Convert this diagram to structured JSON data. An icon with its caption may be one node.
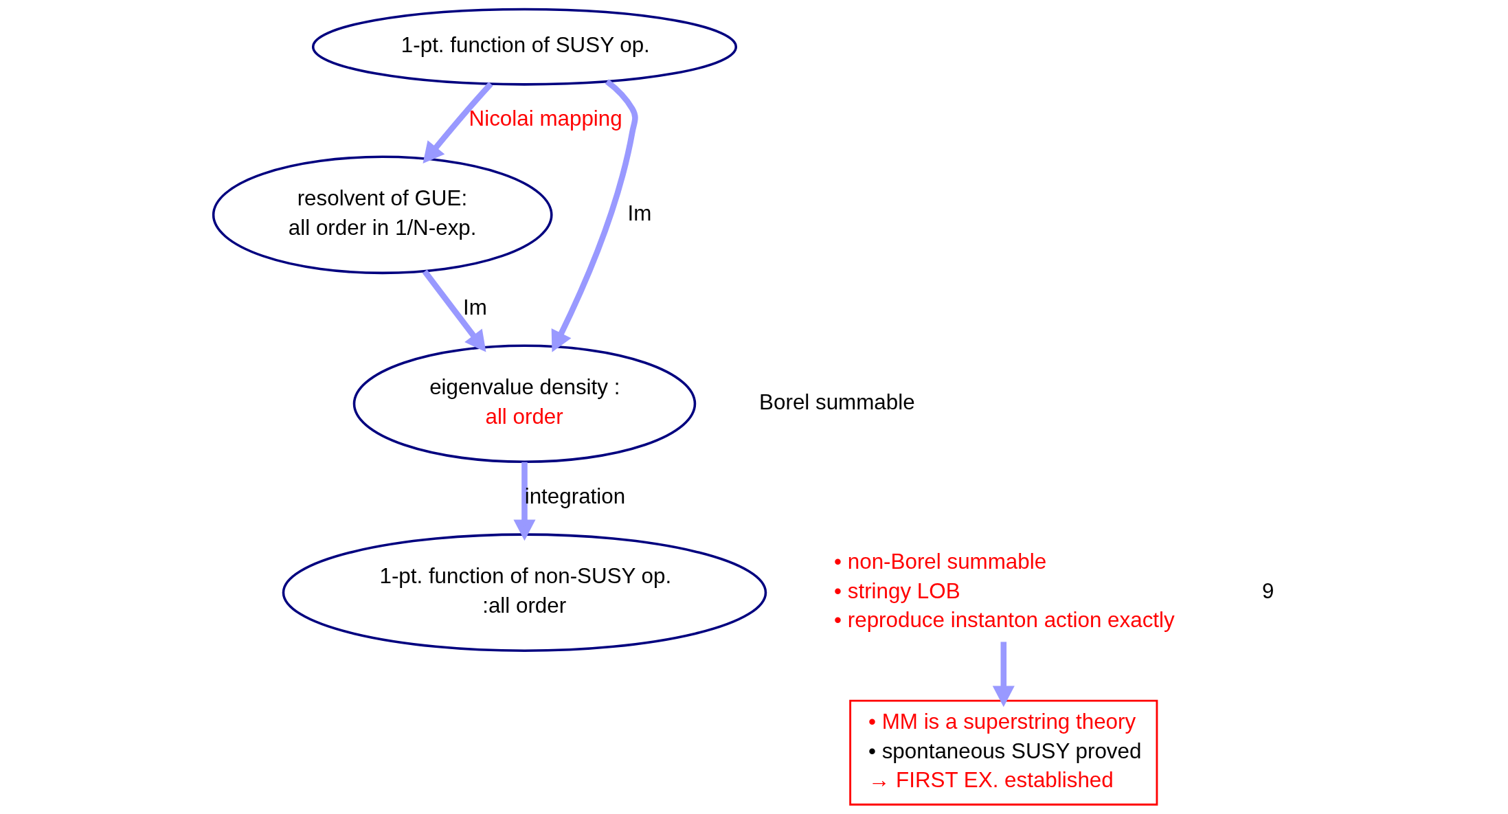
{
  "diagram": {
    "nodes": [
      {
        "text": [
          "1-pt. function of SUSY op."
        ]
      },
      {
        "text": [
          "resolvent of GUE:",
          "all order in 1/N-exp."
        ]
      },
      {
        "text": [
          "eigenvalue density :",
          "all order"
        ]
      },
      {
        "text": [
          "1-pt. function of non-SUSY op.",
          ":all order"
        ]
      },
      {
        "text": [
          "• MM is a superstring theory",
          "• spontaneous SUSY proved",
          "→ FIRST EX. established"
        ]
      },
      {
        "text": [
          "• non-Borel summable",
          "• stringy LOB",
          "• reproduce instanton action exactly"
        ]
      }
    ],
    "edges": [
      {
        "from": 0,
        "to": 1,
        "arrow": "to",
        "label": "Nicolai mapping"
      },
      {
        "from": 0,
        "to": 2,
        "arrow": "to",
        "label": "Im"
      },
      {
        "from": 1,
        "to": 2,
        "arrow": "to",
        "label": "Im"
      },
      {
        "from": 2,
        "to": 3,
        "arrow": "to",
        "label": "integration"
      },
      {
        "from": 5,
        "to": 4,
        "arrow": "to"
      }
    ],
    "labels": [
      "Borel summable",
      "9"
    ]
  }
}
